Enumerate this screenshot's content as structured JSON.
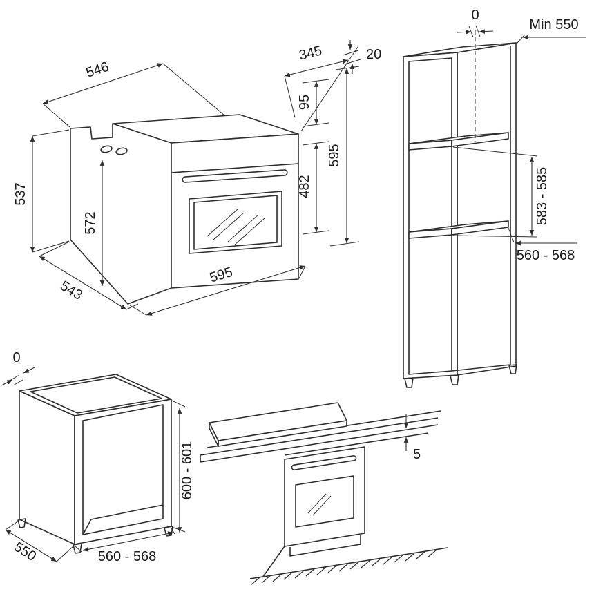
{
  "oven": {
    "top_width": "546",
    "top_depth": "345",
    "front_protrusion": "20",
    "panel_height": "95",
    "door_height": "482",
    "total_height": "595",
    "niche_height": "537",
    "inner_height": "572",
    "side_depth": "543",
    "front_width": "595"
  },
  "tall_unit": {
    "flush_gap": "0",
    "min_depth": "Min 550",
    "niche_height_range": "583 - 585",
    "niche_width_range": "560 - 568"
  },
  "base_unit": {
    "flush_gap": "0",
    "height_range": "600 - 601",
    "depth": "550",
    "width_range": "560 - 568"
  },
  "hob_unit": {
    "worktop_gap": "5"
  }
}
